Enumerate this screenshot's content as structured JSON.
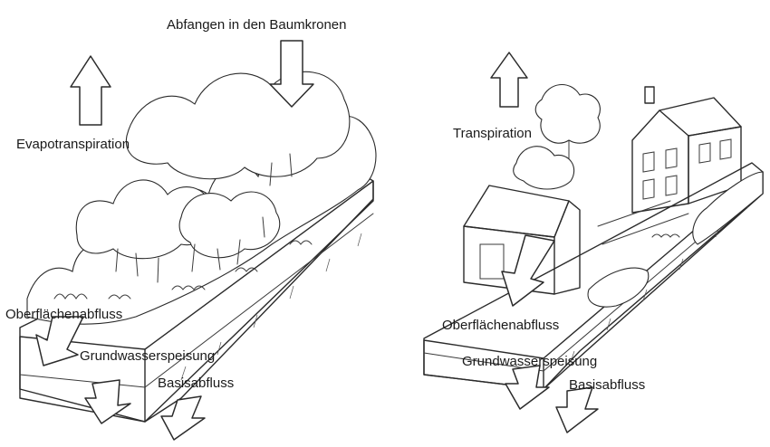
{
  "left_panel": {
    "labels": {
      "interception": "Abfangen in den Baumkronen",
      "evapotranspiration": "Evapotranspiration",
      "surface_runoff": "Oberflächenabfluss",
      "groundwater_recharge": "Grundwasserspeisung",
      "base_flow": "Basisabfluss"
    }
  },
  "right_panel": {
    "labels": {
      "transpiration": "Transpiration",
      "surface_runoff": "Oberflächenabfluss",
      "groundwater_recharge": "Grundwasserspeisung",
      "base_flow": "Basisabfluss"
    }
  }
}
